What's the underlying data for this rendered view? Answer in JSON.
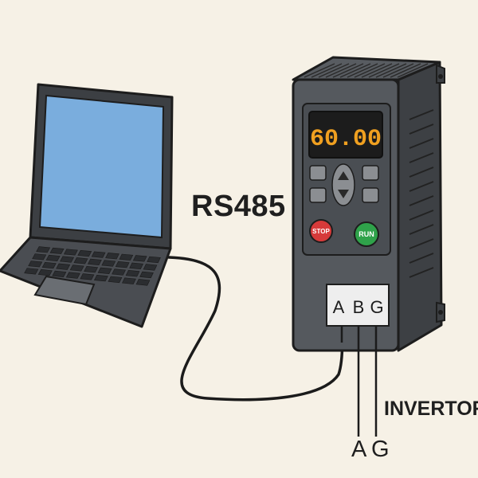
{
  "labels": {
    "connection": "RS485",
    "device": "INVERTOR",
    "bottom_a": "A",
    "bottom_g": "G"
  },
  "inverter": {
    "display_value": "60.00",
    "stop_label": "STOP",
    "run_label": "RUN",
    "terminals": [
      "A",
      "B",
      "G"
    ]
  },
  "colors": {
    "background": "#f6f1e6",
    "laptop_screen": "#7aaddd",
    "display_digits": "#f0a020",
    "stop_button": "#d63a3a",
    "run_button": "#2fa24a"
  },
  "icons": [
    "laptop-icon",
    "inverter-icon",
    "cable"
  ]
}
